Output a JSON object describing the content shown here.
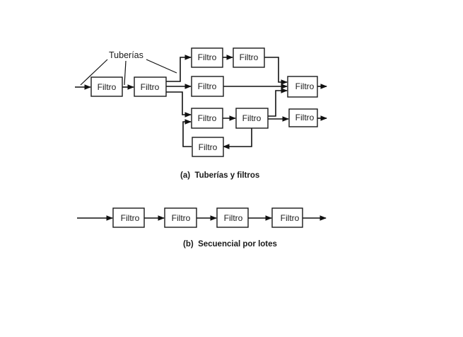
{
  "diagram": {
    "part_a": {
      "annotation": "Tuberías",
      "caption": "(a)  Tuberías y filtros",
      "filters": [
        {
          "id": "f1",
          "label": "Filtro"
        },
        {
          "id": "f2",
          "label": "Filtro"
        },
        {
          "id": "f3",
          "label": "Filtro"
        },
        {
          "id": "f4",
          "label": "Filtro"
        },
        {
          "id": "f5",
          "label": "Filtro"
        },
        {
          "id": "f6",
          "label": "Filtro"
        },
        {
          "id": "f7",
          "label": "Filtro"
        },
        {
          "id": "f8",
          "label": "Filtro"
        },
        {
          "id": "f9",
          "label": "Filtro"
        },
        {
          "id": "f10",
          "label": "Filtro"
        }
      ],
      "connections": [
        [
          "input",
          "f1"
        ],
        [
          "f1",
          "f2"
        ],
        [
          "f2",
          "f3"
        ],
        [
          "f2",
          "f5"
        ],
        [
          "f2",
          "f6"
        ],
        [
          "f3",
          "f4"
        ],
        [
          "f4",
          "f8"
        ],
        [
          "f5",
          "f8"
        ],
        [
          "f7",
          "f8"
        ],
        [
          "f6",
          "f7"
        ],
        [
          "f7",
          "f9"
        ],
        [
          "f7",
          "f10"
        ],
        [
          "f10",
          "f6"
        ],
        [
          "f8",
          "output"
        ],
        [
          "f9",
          "output"
        ]
      ]
    },
    "part_b": {
      "caption": "(b)  Secuencial por lotes",
      "filters": [
        {
          "id": "b1",
          "label": "Filtro"
        },
        {
          "id": "b2",
          "label": "Filtro"
        },
        {
          "id": "b3",
          "label": "Filtro"
        },
        {
          "id": "b4",
          "label": "Filtro"
        }
      ],
      "connections": [
        [
          "input",
          "b1"
        ],
        [
          "b1",
          "b2"
        ],
        [
          "b2",
          "b3"
        ],
        [
          "b3",
          "b4"
        ],
        [
          "b4",
          "output"
        ]
      ]
    }
  }
}
